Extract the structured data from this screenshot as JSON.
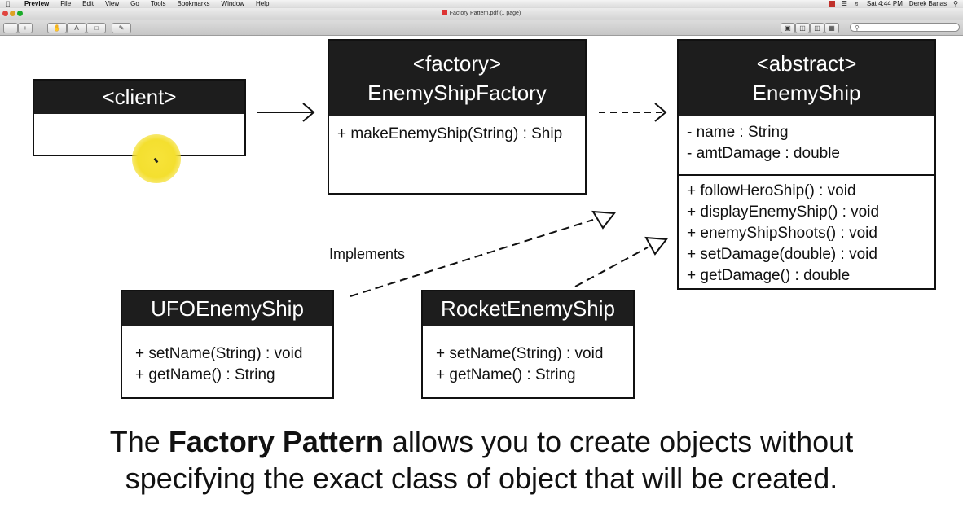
{
  "menubar": {
    "app": "Preview",
    "menus": [
      "File",
      "Edit",
      "View",
      "Go",
      "Tools",
      "Bookmarks",
      "Window",
      "Help"
    ],
    "clock": "Sat 4:44 PM",
    "user": "Derek Banas"
  },
  "window": {
    "title": "Factory Pattern.pdf (1 page)"
  },
  "diagram": {
    "client": {
      "title": "<client>"
    },
    "factory": {
      "stereotype": "<factory>",
      "name": "EnemyShipFactory",
      "methods": [
        "+ makeEnemyShip(String) : Ship"
      ]
    },
    "abstract": {
      "stereotype": "<abstract>",
      "name": "EnemyShip",
      "fields": [
        "- name : String",
        "- amtDamage : double"
      ],
      "methods": [
        "+ followHeroShip() : void",
        "+ displayEnemyShip() : void",
        "+ enemyShipShoots() : void",
        "+ setDamage(double) : void",
        "+ getDamage() : double"
      ]
    },
    "ufo": {
      "name": "UFOEnemyShip",
      "methods": [
        "+ setName(String) : void",
        "+ getName() : String"
      ]
    },
    "rocket": {
      "name": "RocketEnemyShip",
      "methods": [
        "+ setName(String) : void",
        "+ getName() : String"
      ]
    },
    "implements_label": "Implements"
  },
  "caption": {
    "line1_pre": "The ",
    "line1_bold": "Factory Pattern",
    "line1_post": " allows you to create objects without",
    "line2": "specifying the exact class of object that will be created."
  },
  "colors": {
    "header_fill": "#1d1d1d",
    "cursor_highlight": "#f4df2f"
  }
}
